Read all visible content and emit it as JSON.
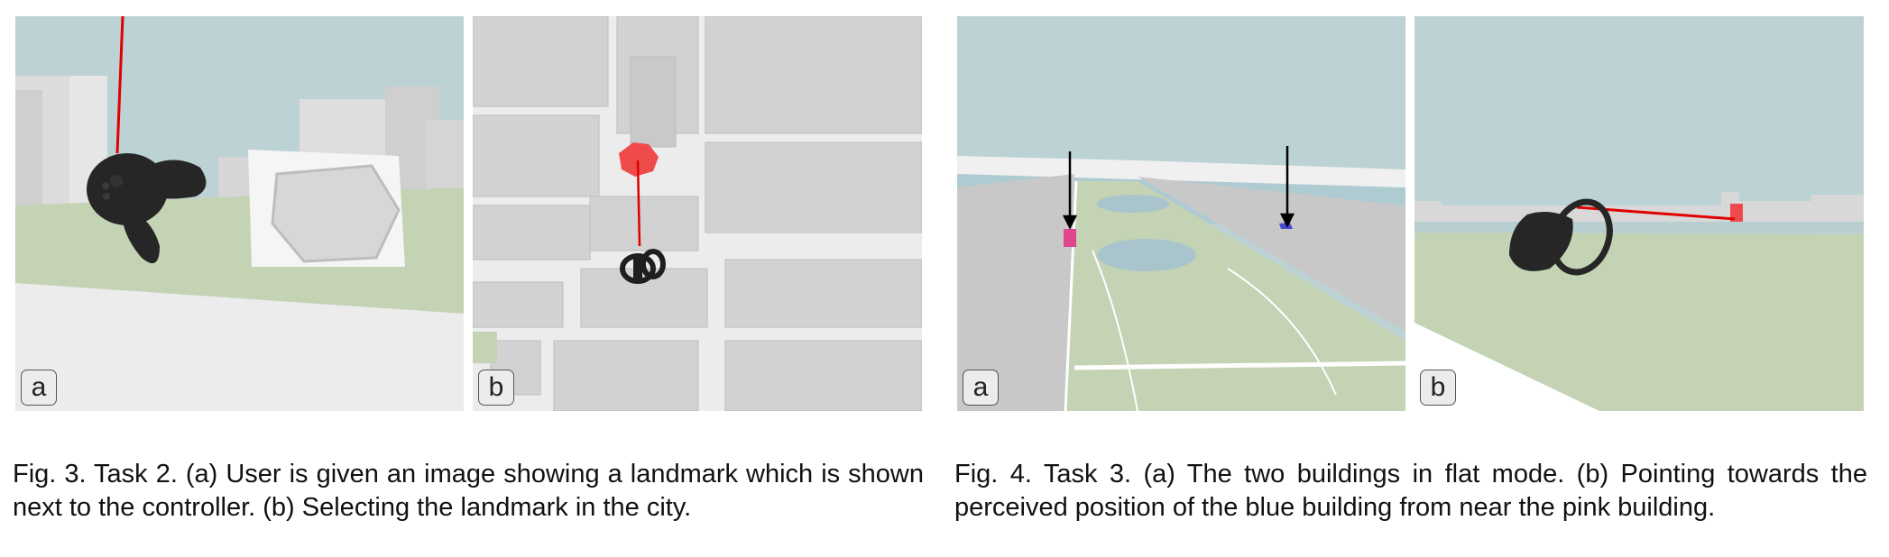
{
  "figures": [
    {
      "id": "fig3",
      "caption": "Fig. 3. Task 2. (a) User is given an image showing a landmark which is shown next to the controller. (b) Selecting the landmark in the city.",
      "panels": [
        {
          "label": "a",
          "description": "VR controller with red ray next to landmark image preview"
        },
        {
          "label": "b",
          "description": "Top-down city view selecting red landmark building with controller ray"
        }
      ]
    },
    {
      "id": "fig4",
      "caption": "Fig. 4. Task 3. (a) The two buildings in flat mode. (b) Pointing towards the perceived position of the blue building from near the pink building.",
      "panels": [
        {
          "label": "a",
          "description": "Flat-mode city view along a park with arrows marking pink and blue buildings"
        },
        {
          "label": "b",
          "description": "Ground-level view with controller pointing red ray at a building on the horizon"
        }
      ]
    }
  ],
  "colors": {
    "sky": "#bcd2d5",
    "park": "#c3d3b4",
    "ground": "#ececec",
    "building": "#d8d6d6",
    "ray": "#e00000",
    "landmark": "#ef4b4b",
    "pink_building": "#e0468e",
    "blue_building": "#4a4ad0",
    "controller": "#262626"
  }
}
